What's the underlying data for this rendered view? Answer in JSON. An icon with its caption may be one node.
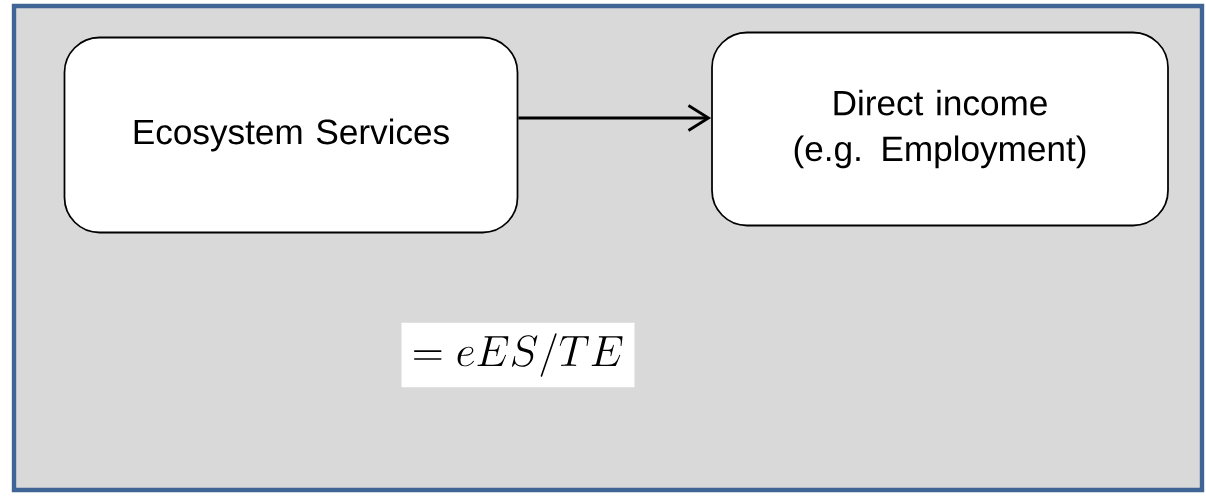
{
  "diagram": {
    "nodes": [
      {
        "text": [
          "Ecosystem Services"
        ]
      },
      {
        "text": [
          "Direct income (e.g. Employment)"
        ]
      }
    ],
    "edges": [
      {
        "from": 0,
        "to": 1,
        "arrow": "to"
      }
    ],
    "labels": [
      "= eES/TE"
    ]
  }
}
